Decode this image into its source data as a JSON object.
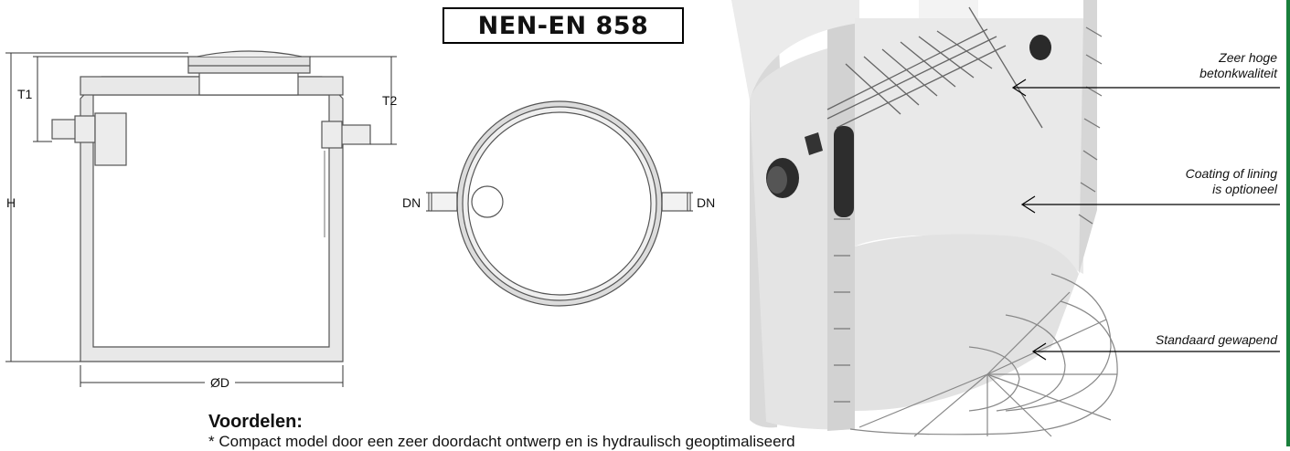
{
  "standard_badge": "NEN-EN 858",
  "section_view": {
    "labels": {
      "t1": "T1",
      "t2": "T2",
      "h": "H",
      "diameter": "ØD"
    }
  },
  "top_view": {
    "labels": {
      "dn_left": "DN",
      "dn_right": "DN"
    }
  },
  "callouts": [
    {
      "line1": "Zeer hoge",
      "line2": "betonkwaliteit"
    },
    {
      "line1": "Coating of lining",
      "line2": "is optioneel"
    },
    {
      "line1": "Standaard gewapend",
      "line2": ""
    }
  ],
  "advantages": {
    "title": "Voordelen:",
    "items": [
      "*  Compact model door een zeer doordacht ontwerp en is hydraulisch geoptimaliseerd"
    ]
  },
  "colors": {
    "concrete": "#e6e6e6",
    "line": "#555555",
    "accent_edge": "#1a7f3c"
  }
}
